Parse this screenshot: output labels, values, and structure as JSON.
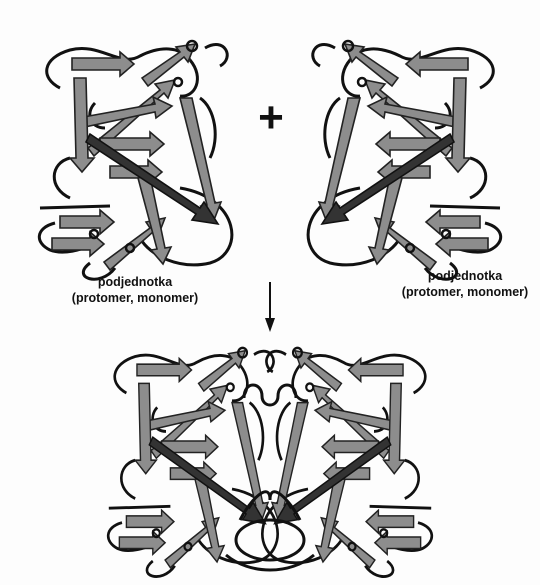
{
  "diagram": {
    "plus_sign": "+",
    "labels": [
      {
        "line1": "podjednotka",
        "line2": "(protomer, monomer)"
      },
      {
        "line1": "podjednotka",
        "line2": "(protomer, monomer)"
      }
    ]
  }
}
